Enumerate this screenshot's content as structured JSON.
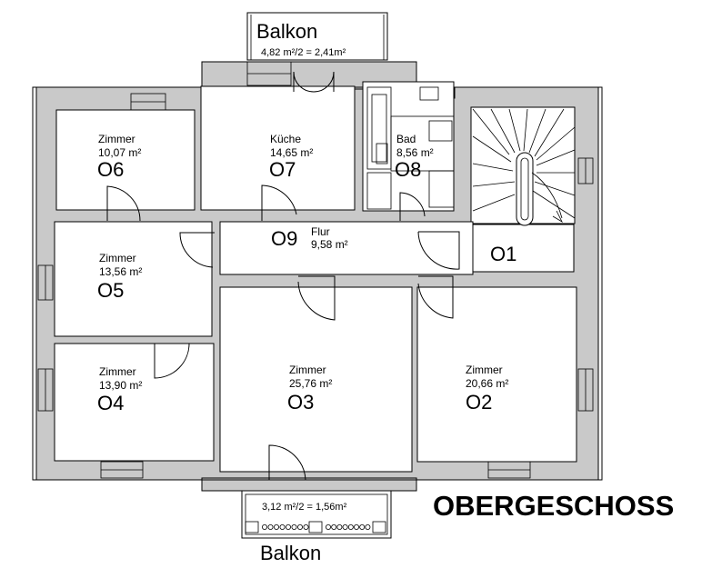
{
  "title": "OBERGESCHOSS",
  "balcony_top": {
    "label": "Balkon",
    "area": "4,82 m²/2 = 2,41m²"
  },
  "balcony_bottom": {
    "label": "Balkon",
    "area": "3,12 m²/2 = 1,56m²"
  },
  "rooms": {
    "o6": {
      "name": "Zimmer",
      "area": "10,07 m²",
      "code": "O6"
    },
    "o7": {
      "name": "Küche",
      "area": "14,65 m²",
      "code": "O7"
    },
    "o8": {
      "name": "Bad",
      "area": "8,56 m²",
      "code": "O8"
    },
    "o9": {
      "name": "Flur",
      "area": "9,58 m²",
      "code": "O9"
    },
    "o5": {
      "name": "Zimmer",
      "area": "13,56 m²",
      "code": "O5"
    },
    "o4": {
      "name": "Zimmer",
      "area": "13,90 m²",
      "code": "O4"
    },
    "o3": {
      "name": "Zimmer",
      "area": "25,76 m²",
      "code": "O3"
    },
    "o2": {
      "name": "Zimmer",
      "area": "20,66 m²",
      "code": "O2"
    },
    "o1": {
      "code": "O1"
    }
  }
}
